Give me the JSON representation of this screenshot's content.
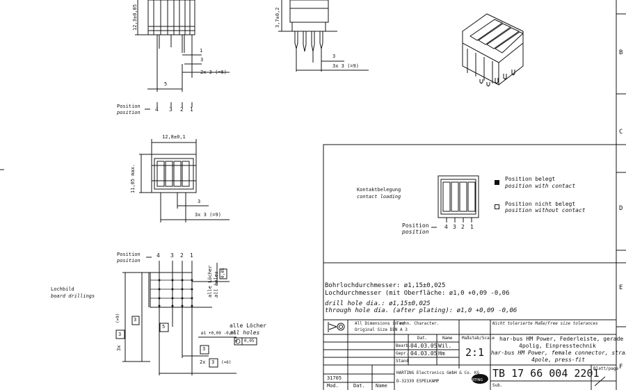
{
  "zone_letters": {
    "b": "B",
    "c": "C",
    "d": "D",
    "e": "E",
    "f": "F"
  },
  "side_view": {
    "height_dim": "12,3±0,05",
    "dim_1": "1",
    "dim_3": "3",
    "dim_2x3": "2x 3 (=6)",
    "dim_5": "5",
    "position_de": "Position",
    "position_en": "position",
    "positions": [
      "4",
      "3",
      "2",
      "1"
    ]
  },
  "front_view": {
    "height_dim": "3,7±0,2",
    "dim_3": "3",
    "dim_3x3": "3x 3 (=9)"
  },
  "top_view": {
    "width_dim": "12,8±0,1",
    "height_dim": "11,05 max.",
    "dim_3": "3",
    "dim_3x3": "3x 3 (=9)"
  },
  "contact_loading": {
    "title_de": "Kontaktbelegung",
    "title_en": "contact loading",
    "position_de": "Position",
    "position_en": "position",
    "positions": [
      "4",
      "3",
      "2",
      "1"
    ],
    "legend_with_de": "Position belegt",
    "legend_with_en": "position with contact",
    "legend_without_de": "Position nicht belegt",
    "legend_without_en": "position without contact"
  },
  "board_drillings": {
    "label_de": "Lochbild",
    "label_en": "board drillings",
    "position_de": "Position",
    "position_en": "position",
    "positions": [
      "4",
      "3",
      "2",
      "1"
    ],
    "all_holes_de": "alle Löcher",
    "all_holes_en": "all holes",
    "tolerance": "0,05",
    "hole_dia": "ø1 +0,09 -0,05",
    "dim_3": "3",
    "dim_5": "5",
    "dim_3x3": "3x",
    "dim_3x3_val": "3",
    "dim_3x3_total": "(=9)",
    "dim_2x3": "2x",
    "dim_2x3_val": "3",
    "dim_2x3_total": "(=6)"
  },
  "notes": {
    "line1": "Bohrlochdurchmesser: ø1,15±0,025",
    "line2": "Lochdurchmesser (mit Oberfläche: ø1,0 +0,09 -0,06",
    "line3": "drill hole dia.: ø1,15±0,025",
    "line4": "through hole dia. (after plating): ø1,0 +0,09 -0,06"
  },
  "title_block": {
    "dims_note_1": "All Dimensions in mm",
    "dims_note_2": "Original Size DIN A 3",
    "techn_character": "Techn. Character.",
    "tolerance_note": "Nicht tolerierte Maße/Free size tolerances",
    "col_dat": "Dat.",
    "col_name": "Name",
    "scale_label": "Maßstab/Scale",
    "row_bearb": "Bearb.",
    "row_gepr": "Gepr.",
    "row_stand": "Stand",
    "bearb_date": "04.03.05",
    "bearb_name": "Wil.",
    "gepr_date": "04.03.05",
    "gepr_name": "Hm",
    "scale": "2:1",
    "company": "HARTING Electronics GmbH & Co. KG",
    "address": "D-32339 ESPELKAMP",
    "logo_text": "HARTING",
    "desc_de_1": "har-bus HM Power, Federleiste, gerade",
    "desc_de_2": "4polig, Einpresstechnik",
    "desc_en_1": "har-bus HM Power, female connector, straight",
    "desc_en_2": "4pole, press-fit",
    "drawing_no": "TB 17 66 004 2201",
    "sheet_label": "Blatt/page",
    "sub_label": "Sub.",
    "rev_code": "31705",
    "col_mod": "Mod.",
    "col_dat2": "Dat.",
    "col_name2": "Name"
  }
}
